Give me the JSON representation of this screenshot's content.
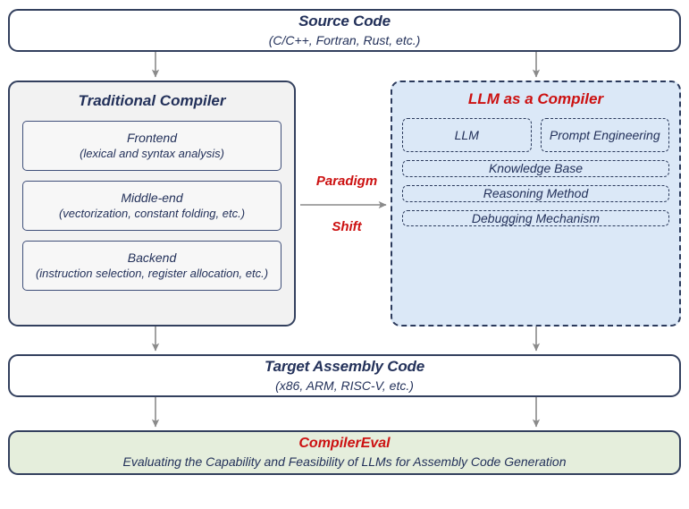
{
  "diagram": {
    "title": "LLM as a Compiler paradigm shift overview",
    "colors": {
      "border_navy": "#33405e",
      "text_navy": "#23315a",
      "accent_red": "#cc1111",
      "panel_gray": "#f2f2f2",
      "panel_blue": "#dbe8f7",
      "result_green": "#e5eedc",
      "arrow_gray": "#8a8a8a"
    }
  },
  "source_code": {
    "title": "Source Code",
    "subtitle": "(C/C++, Fortran, Rust, etc.)"
  },
  "traditional_compiler": {
    "title": "Traditional Compiler",
    "stages": [
      {
        "name": "Frontend",
        "desc": "(lexical and syntax analysis)"
      },
      {
        "name": "Middle-end",
        "desc": "(vectorization, constant folding, etc.)"
      },
      {
        "name": "Backend",
        "desc": "(instruction selection, register allocation, etc.)"
      }
    ]
  },
  "paradigm_shift": {
    "line1": "Paradigm",
    "line2": "Shift"
  },
  "llm_compiler": {
    "title": "LLM as a Compiler",
    "row_top": [
      {
        "label": "LLM"
      },
      {
        "label": "Prompt Engineering"
      }
    ],
    "components": [
      {
        "label": "Knowledge Base"
      },
      {
        "label": "Reasoning Method"
      },
      {
        "label": "Debugging Mechanism"
      }
    ]
  },
  "target_assembly": {
    "title": "Target Assembly Code",
    "subtitle": "(x86, ARM, RISC-V, etc.)"
  },
  "compilereval": {
    "title": "CompilerEval",
    "subtitle": "Evaluating the Capability and Feasibility of LLMs for Assembly Code Generation"
  }
}
